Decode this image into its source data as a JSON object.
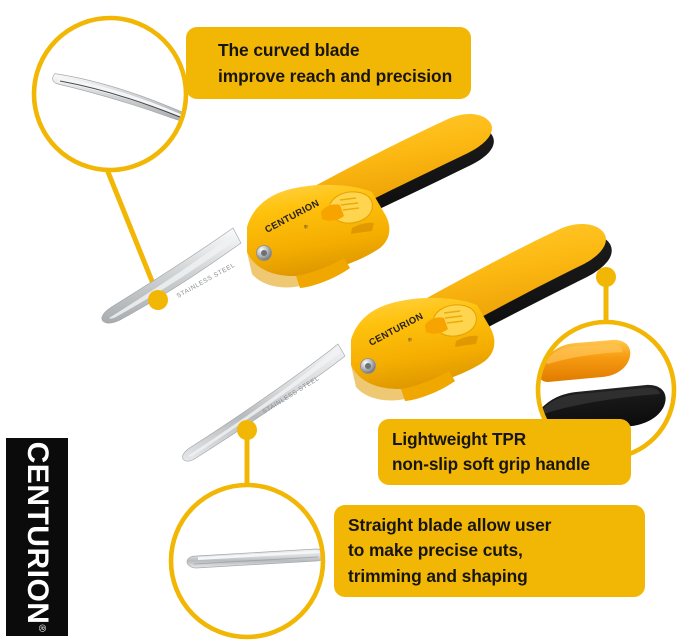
{
  "image": {
    "kind": "product-infographic",
    "product_name": "CENTURION pruning snips / garden shears (curved blade and straight blade pair)",
    "background_color": "#FFFFFF"
  },
  "theme": {
    "accent_yellow": "#F2B705",
    "accent_yellow_light": "#FBC02A",
    "callout_text_color": "#171512",
    "badge_background": "#0B0B0B",
    "badge_text_color": "#FFFFFF",
    "handle_yellow": "#FFC20E",
    "handle_orange": "#F29200",
    "handle_black": "#141414",
    "blade_steel": "#C9CBCC"
  },
  "callouts": [
    {
      "id": "curved-blade",
      "lines": [
        "The curved blade",
        "improve reach and precision"
      ]
    },
    {
      "id": "grip-handle",
      "lines": [
        "Lightweight TPR",
        "non-slip soft grip handle"
      ]
    },
    {
      "id": "straight-blade",
      "lines": [
        "Straight blade allow user",
        "to make precise cuts,",
        "trimming and shaping"
      ]
    }
  ],
  "zoom_circles": [
    {
      "id": "curved-blade-detail",
      "shows": "close-up of curved stainless steel blade"
    },
    {
      "id": "grip-handle-detail",
      "shows": "close-up of orange and black TPR soft grip handle"
    },
    {
      "id": "straight-blade-detail",
      "shows": "close-up of straight stainless steel blade"
    }
  ],
  "product_markings": {
    "brand_on_body": "CENTURION",
    "blade_etching": "STAINLESS STEEL"
  },
  "brand_badge": {
    "name": "CENTURION",
    "registered_mark": "®"
  }
}
